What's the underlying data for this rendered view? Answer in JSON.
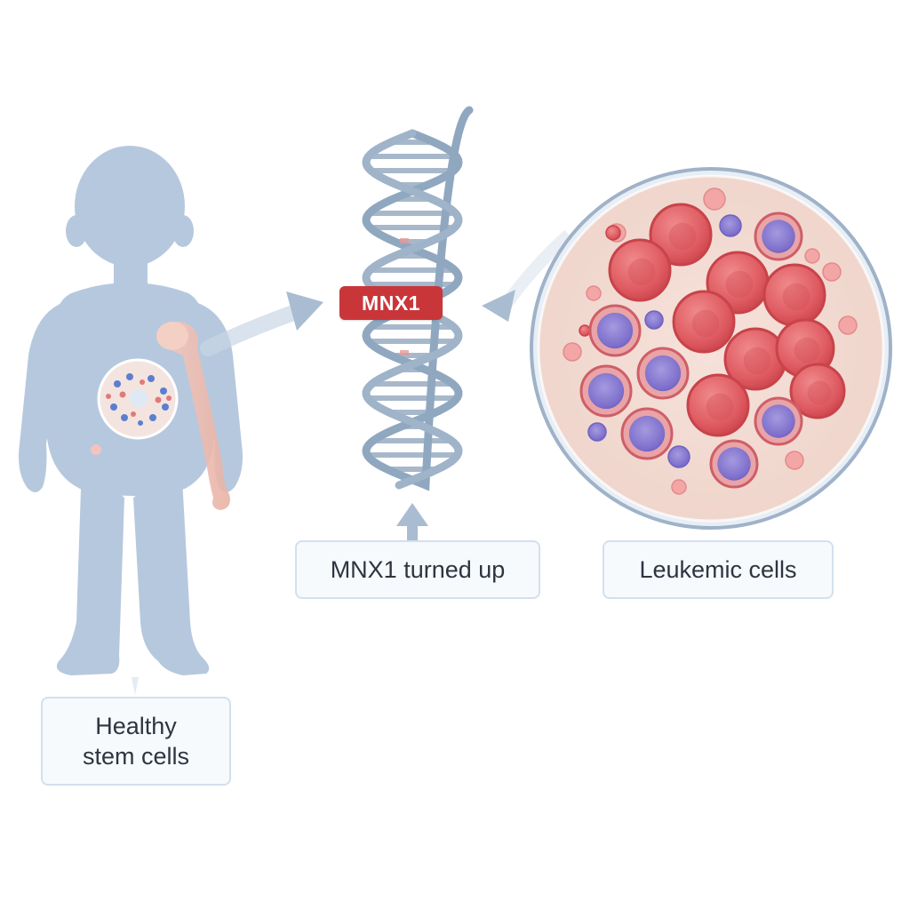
{
  "gene_tag": "MNX1",
  "labels": {
    "healthy_line1": "Healthy",
    "healthy_line2": "stem cells",
    "mnx1": "MNX1 turned up",
    "leukemic": "Leukemic cells"
  },
  "colors": {
    "body": "#b6c8de",
    "dna": "#8fa6bf",
    "gene_tag": "#c9363a",
    "red_cell": "#de5a60",
    "purple_cell": "#7d6fcb",
    "tissue": "#f3ddd6",
    "arrow": "#a9bcd1"
  }
}
